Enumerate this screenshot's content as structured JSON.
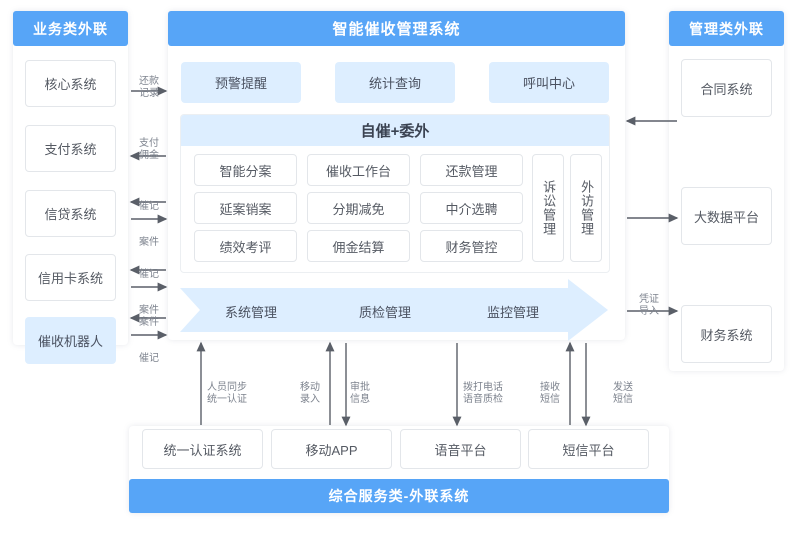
{
  "colors": {
    "header_blue": "#57a5f7",
    "light_blue": "#ddeeff",
    "panel_white": "#ffffff",
    "box_border": "#e3e6ea",
    "arrow_gray": "#5a5f68",
    "label_gray": "#7d838e"
  },
  "left_column": {
    "header": "业务类外联",
    "items": [
      {
        "label": "核心系统",
        "highlight": false
      },
      {
        "label": "支付系统",
        "highlight": false
      },
      {
        "label": "信贷系统",
        "highlight": false
      },
      {
        "label": "信用卡系统",
        "highlight": false
      },
      {
        "label": "催收机器人",
        "highlight": true
      }
    ]
  },
  "right_column": {
    "header": "管理类外联",
    "items": [
      {
        "label": "合同系统"
      },
      {
        "label": "大数据平台"
      },
      {
        "label": "财务系统"
      }
    ]
  },
  "center": {
    "header": "智能催收管理系统",
    "top_modules": [
      "预警提醒",
      "统计查询",
      "呼叫中心"
    ],
    "section_title": "自催+委外",
    "grid": [
      [
        "智能分案",
        "催收工作台",
        "还款管理"
      ],
      [
        "延案销案",
        "分期减免",
        "中介选聘"
      ],
      [
        "绩效考评",
        "佣金结算",
        "财务管控"
      ]
    ],
    "side_modules": [
      "诉讼管理",
      "外访管理"
    ],
    "banner_labels": [
      "系统管理",
      "质检管理",
      "监控管理"
    ]
  },
  "bottom": {
    "items": [
      "统一认证系统",
      "移动APP",
      "语音平台",
      "短信平台"
    ],
    "footer": "综合服务类-外联系统"
  },
  "left_arrow_labels": [
    {
      "text": "还款\n记录"
    },
    {
      "text": "支付\n佣金"
    },
    {
      "text": "催记"
    },
    {
      "text": "案件"
    },
    {
      "text": "催记"
    },
    {
      "text": "案件"
    },
    {
      "text": "案件"
    },
    {
      "text": "催记"
    }
  ],
  "right_arrow_labels": [
    {
      "text": "凭证\n导入"
    }
  ],
  "bottom_arrow_labels": [
    {
      "text": "人员同步\n统一认证"
    },
    {
      "text": "移动\n录入"
    },
    {
      "text": "审批\n信息"
    },
    {
      "text": "拨打电话\n语音质检"
    },
    {
      "text": "接收\n短信"
    },
    {
      "text": "发送\n短信"
    }
  ]
}
